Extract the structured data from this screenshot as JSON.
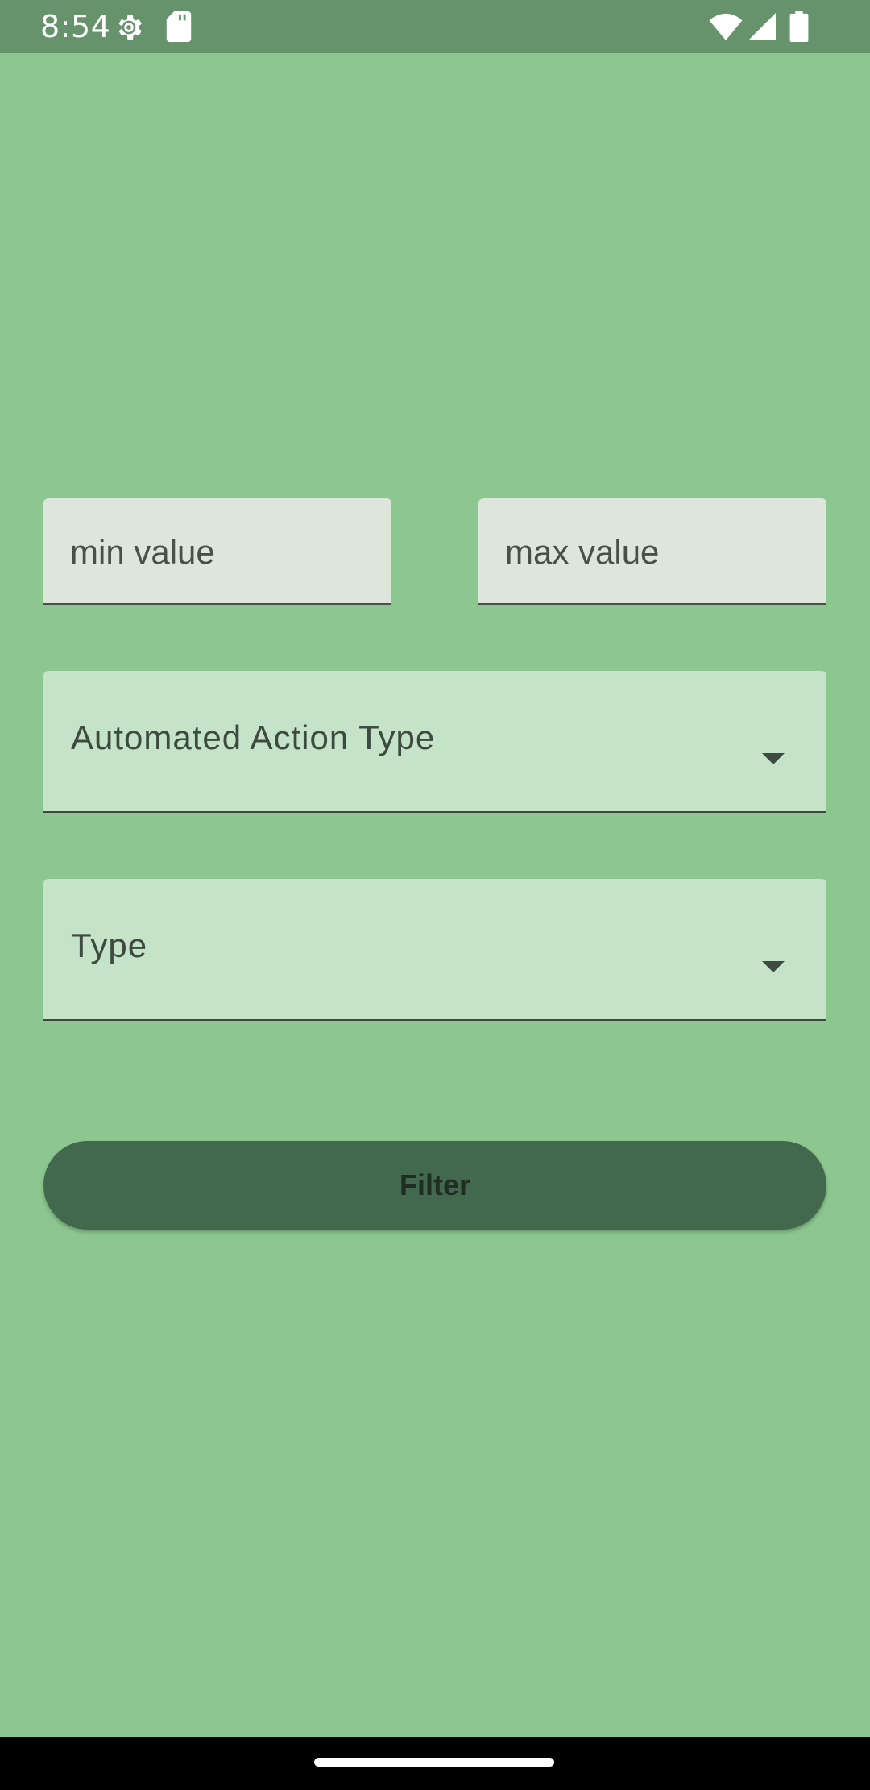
{
  "status_bar": {
    "time": "8:54",
    "icons": [
      "settings-icon",
      "sd-card-icon",
      "wifi-icon",
      "signal-icon",
      "battery-icon"
    ]
  },
  "filter_form": {
    "min_field": {
      "placeholder": "min value"
    },
    "max_field": {
      "placeholder": "max value"
    },
    "automated_action_dropdown": {
      "label": "Automated Action Type"
    },
    "type_dropdown": {
      "label": "Type"
    },
    "filter_button": {
      "label": "Filter"
    }
  },
  "colors": {
    "background": "#8cc78f",
    "status_bar": "#66936c",
    "text_field": "#dee6dc",
    "dropdown": "#c4e3c8",
    "button": "#42694e"
  }
}
